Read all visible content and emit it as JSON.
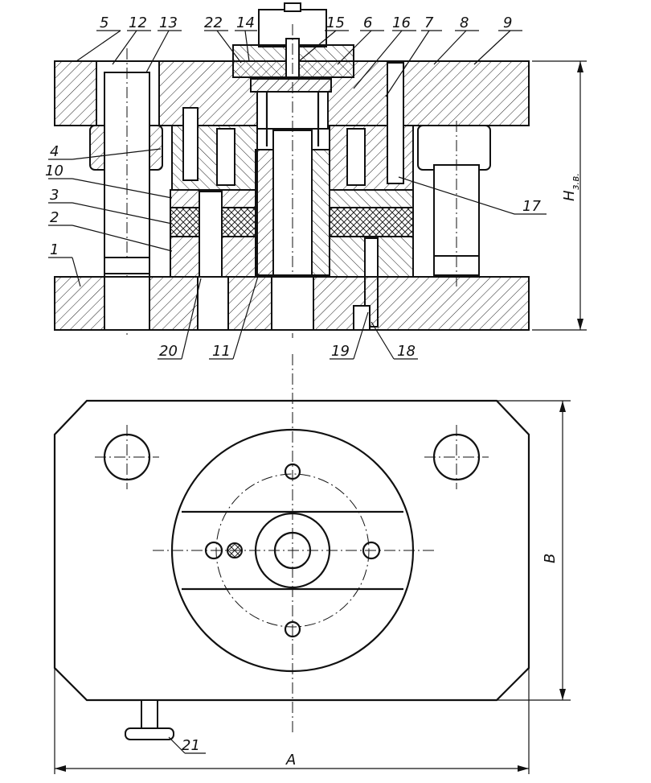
{
  "callouts_top": [
    "5",
    "12",
    "13",
    "22",
    "14",
    "15",
    "6",
    "16",
    "7",
    "8",
    "9"
  ],
  "callouts_left": [
    "4",
    "10",
    "3",
    "2",
    "1"
  ],
  "callouts_bottom": [
    "20",
    "11",
    "19",
    "18"
  ],
  "callout_right": "17",
  "callout_21": "21",
  "dim_height_label": "H",
  "dim_height_sub": "з.в.",
  "dim_width_label": "A",
  "dim_depth_label": "B"
}
